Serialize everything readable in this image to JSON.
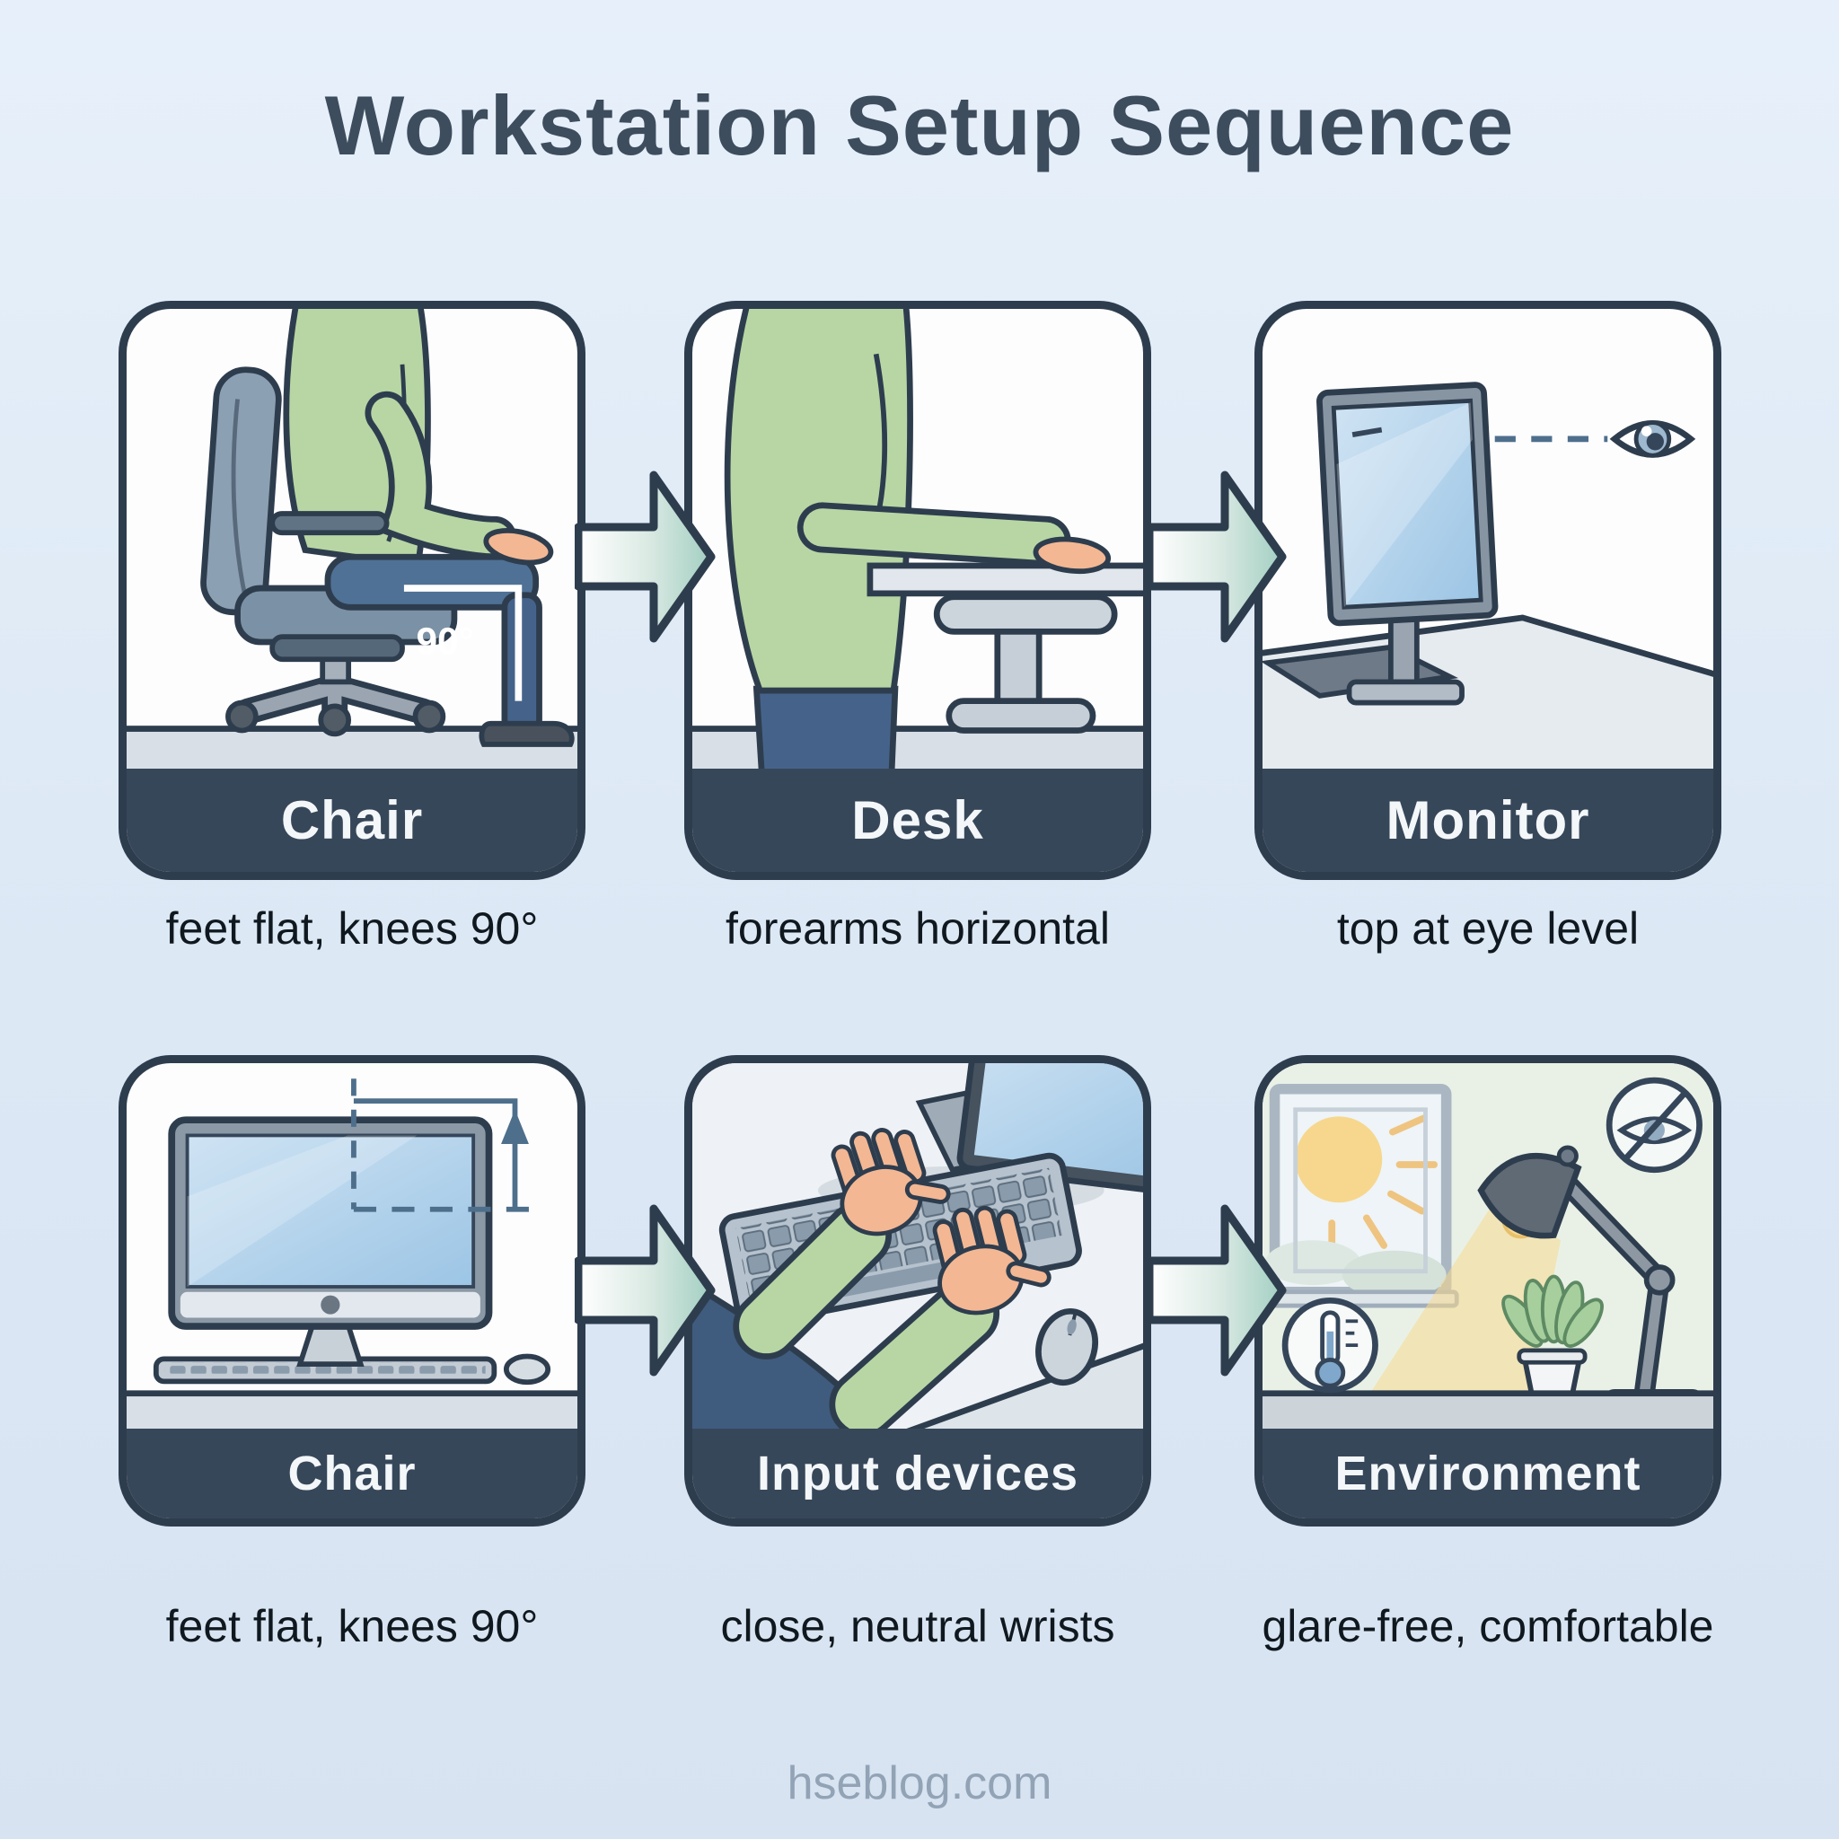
{
  "title": "Workstation Setup Sequence",
  "footer": "hseblog.com",
  "rows": [
    {
      "panels": [
        {
          "label": "Chair",
          "caption": "feet flat, knees 90°",
          "annotation": "90°"
        },
        {
          "label": "Desk",
          "caption": "forearms horizontal"
        },
        {
          "label": "Monitor",
          "caption": "top at eye level"
        }
      ]
    },
    {
      "panels": [
        {
          "label": "Chair",
          "caption": "feet flat, knees 90°"
        },
        {
          "label": "Input devices",
          "caption": "close, neutral wrists"
        },
        {
          "label": "Environment",
          "caption": "glare-free, comfortable"
        }
      ]
    }
  ],
  "icons": [
    "right-arrow-icon",
    "eye-icon",
    "no-glare-icon",
    "thermometer-icon",
    "sun-icon",
    "desk-lamp-icon",
    "plant-icon"
  ],
  "colors": {
    "background": "#dde9f5",
    "outline": "#2e3d4e",
    "label_band": "#37475a",
    "arrow_teal": "#a3cfc2",
    "shirt_green": "#b7d6a4",
    "jeans_blue": "#4f7195",
    "dashed_guide": "#4e6f8c",
    "floor_gray": "#d8dfe6"
  }
}
